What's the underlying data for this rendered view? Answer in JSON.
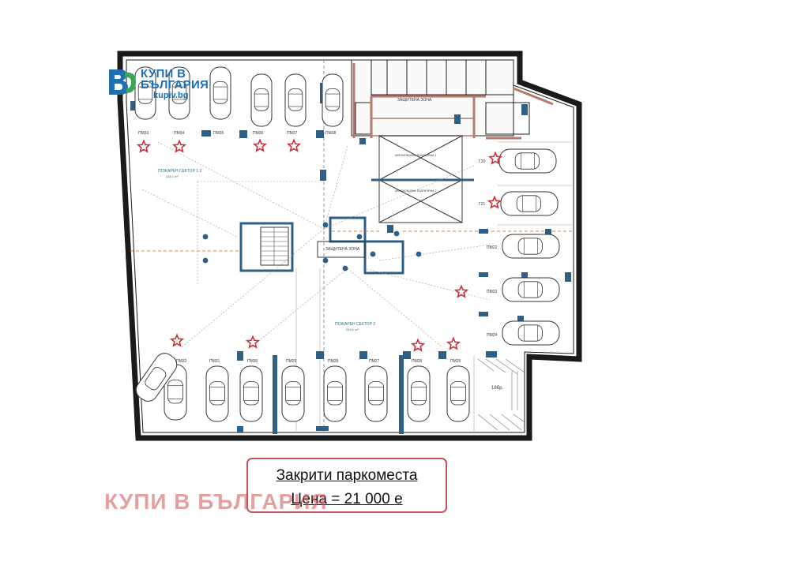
{
  "logo": {
    "line1": "КУПИ В",
    "line2": "БЪЛГАРИЯ",
    "url": "kupiv.bg",
    "brand_color": "#1e6fb4",
    "icon": "bg-logo-mark-icon"
  },
  "caption": {
    "line1": "Закрити паркоместа",
    "line2": "Цена = 21 000 е"
  },
  "watermark": "КУПИ В БЪЛГАРИЯ",
  "plan": {
    "sector1": {
      "name": "ПОЖАРЕН СЕКТОР 1.2",
      "area": "435,1 m²"
    },
    "sector2": {
      "name": "ПОЖАРЕН СЕКТОР 2",
      "area": "294,1 m²"
    },
    "zone_label": "ЗАЩИТЕНА ЗОНА",
    "stair_label": "ЗАЩИТЕНА ЗОНА",
    "bike_label": "18бр.",
    "top_spots": [
      "ПМ33",
      "ПМ34",
      "ПМ35",
      "ПМ36",
      "ПМ37",
      "ПМ38"
    ],
    "bottom_spots": [
      "ПМ32",
      "ПМ31",
      "ПМ30",
      "ПМ29",
      "ПМ28",
      "ПМ27",
      "ПМ26",
      "ПМ25"
    ],
    "right_spots": [
      "Г20",
      "Г21",
      "ПМ22",
      "ПМ23",
      "ПМ24"
    ],
    "lift_labels": [
      "АВТОМОБИЛНА ПЛАТФОРМА 1",
      "АВТОМОБИЛНА ПЛАТФОРМА 2"
    ],
    "colors": {
      "wall": "#1a1a1a",
      "column": "#2f5f86",
      "star": "#c8303a",
      "brick": "#b8796a",
      "dash": "#d08a4e"
    }
  }
}
